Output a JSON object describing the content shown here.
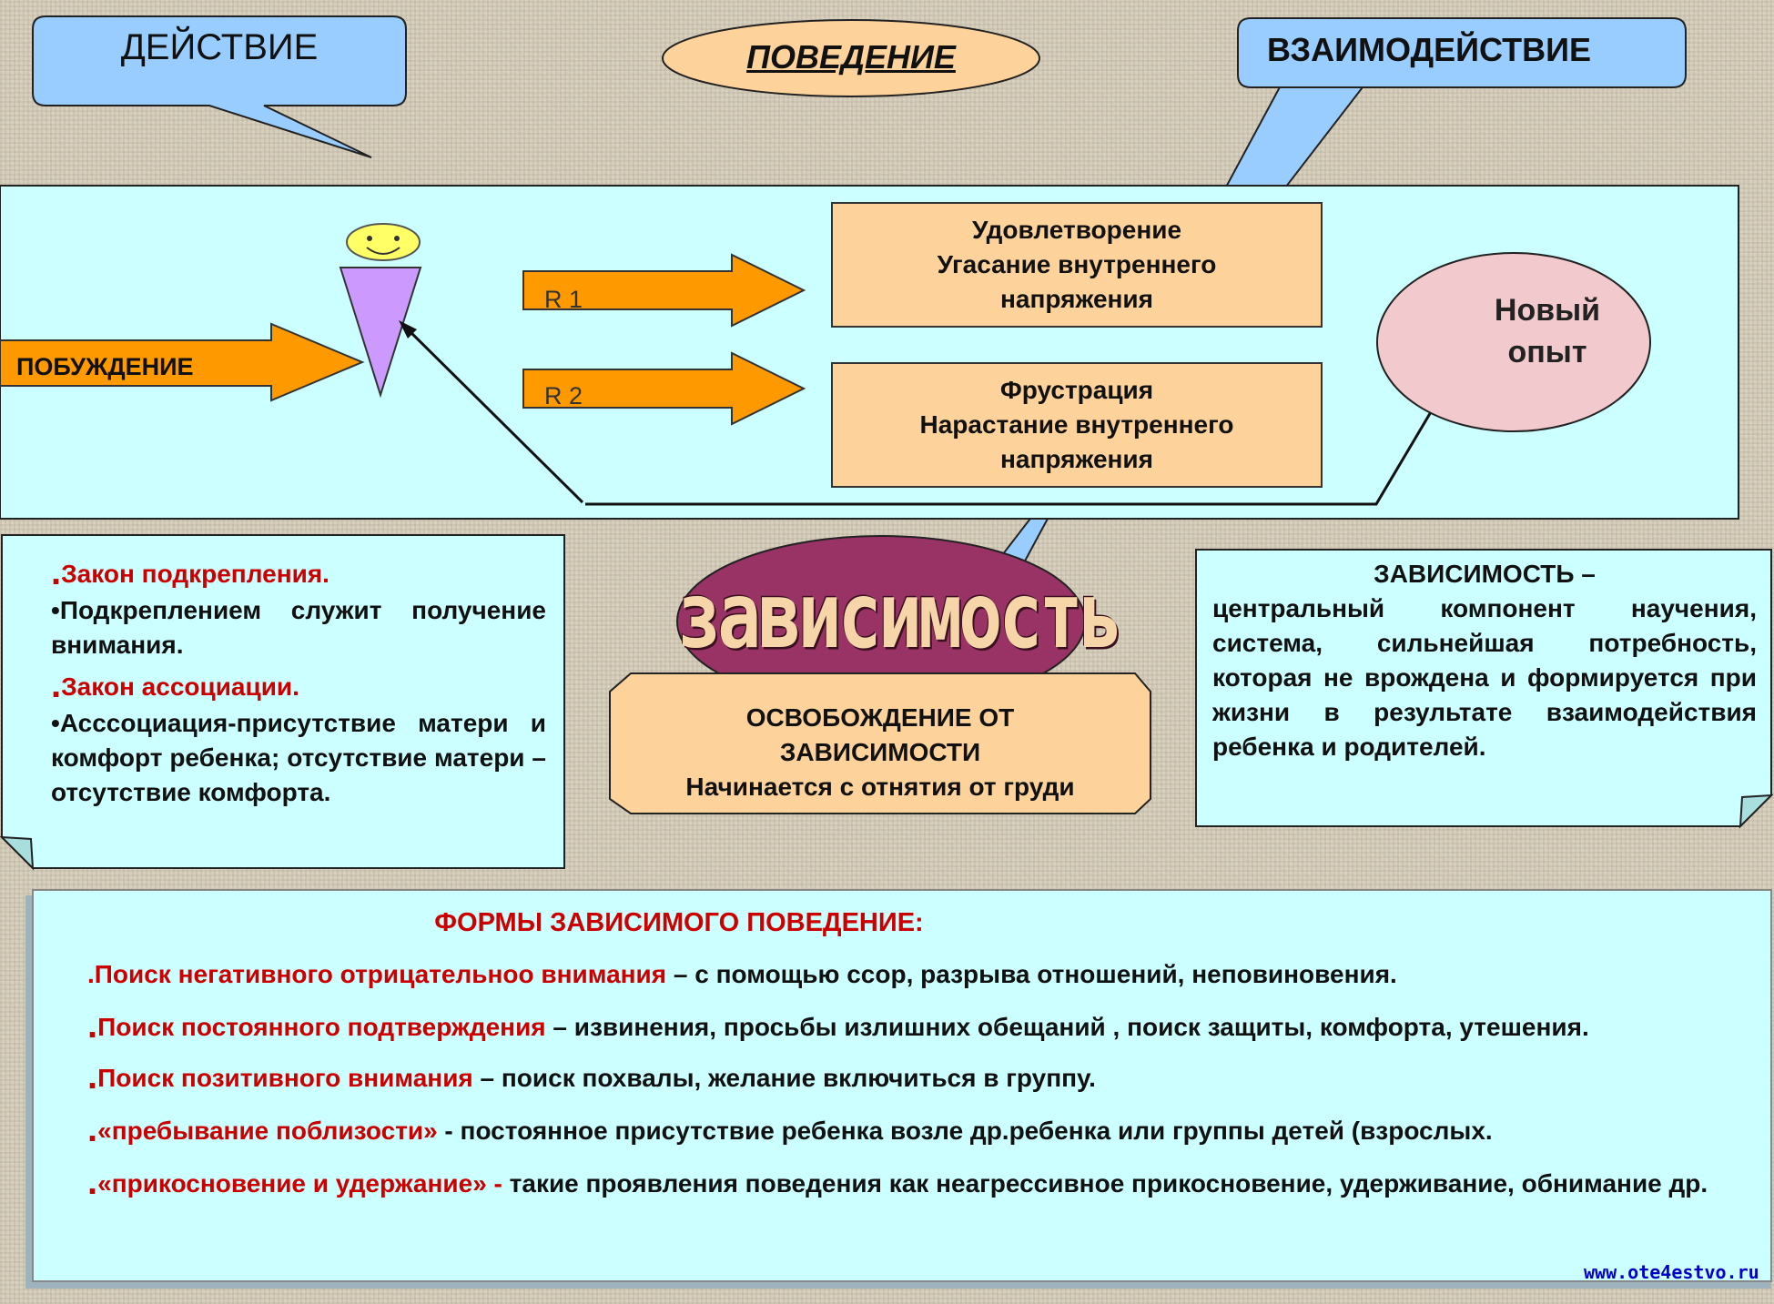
{
  "header": {
    "action": "ДЕЙСТВИЕ",
    "behavior": "ПОВЕДЕНИЕ",
    "interaction": "ВЗАИМОДЕЙСТВИЕ"
  },
  "diagram": {
    "motivation": "ПОБУЖДЕНИЕ",
    "r1": "R 1",
    "r2": "R 2",
    "box1": {
      "line1": "Удовлетворение",
      "line2": "Угасание внутреннего",
      "line3": "напряжения"
    },
    "box2": {
      "line1": "Фрустрация",
      "line2": "Нарастание внутреннего",
      "line3": "напряжения"
    },
    "new_experience": {
      "line1": "Новый",
      "line2": "опыт"
    }
  },
  "dependency_title": "зависимость",
  "laws": {
    "reinforcement_title": "Закон подкрепления.",
    "reinforcement_text": "Подкреплением служит получение внимания.",
    "association_title": "Закон ассоциации.",
    "association_text": "Асссоциация-присутствие матери и комфорт ребенка; отсутствие матери – отсутствие комфорта."
  },
  "release": {
    "line1": "ОСВОБОЖДЕНИЕ ОТ",
    "line2": "ЗАВИСИМОСТИ",
    "line3": "Начинается с отнятия от груди"
  },
  "definition": {
    "title": "ЗАВИСИМОСТЬ –",
    "text": "центральный компонент научения, система, сильнейшая потребность, которая не врождена и формируется при жизни в результате взаимодействия ребенка и родителей."
  },
  "forms": {
    "title": "ФОРМЫ ЗАВИСИМОГО ПОВЕДЕНИЕ:",
    "items": [
      {
        "name": "Поиск негативного отрицательноо внимания",
        "desc": " – с помощью ссор, разрыва отношений, неповиновения."
      },
      {
        "name": "Поиск постоянного подтверждения",
        "desc": " – извинения, просьбы излишних обещаний , поиск защиты, комфорта, утешения."
      },
      {
        "name": "Поиск позитивного внимания",
        "desc": " – поиск похвалы, желание включиться в группу."
      },
      {
        "name": "«пребывание поблизости»",
        "desc": " - постоянное присутствие ребенка возле др.ребенка или группы детей (взрослых."
      },
      {
        "name": "«прикосновение и удержание» -",
        "desc": " такие проявления поведения как неагрессивное прикосновение, удерживание, обнимание др."
      }
    ]
  },
  "footer": {
    "site": "www.ote4estvo.ru"
  },
  "colors": {
    "callout_blue": "#99ccff",
    "panel_cyan": "#ccffff",
    "box_orange": "#fed29b",
    "arrow_orange": "#ff9900",
    "dependency_ellipse": "#993366",
    "new_experience_ellipse": "#f2c9cc",
    "cone_purple": "#cc99ff",
    "smiley_yellow": "#ffff66",
    "accent_red": "#cc0000",
    "link_blue": "#0000cc"
  }
}
